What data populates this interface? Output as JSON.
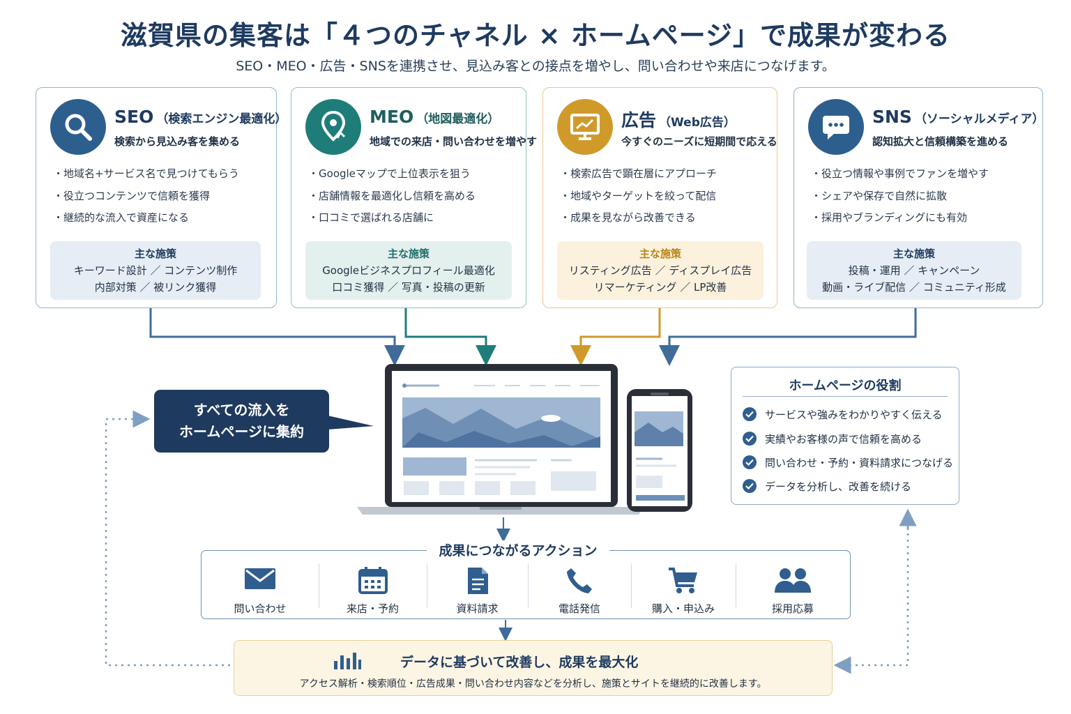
{
  "header": {
    "title": "滋賀県の集客は「４つのチャネル × ホームページ」で成果が変わる",
    "subtitle": "SEO・MEO・広告・SNSを連携させ、見込み客との接点を増やし、問い合わせや来店につなげます。"
  },
  "channels": [
    {
      "name": "SEO",
      "sub": "（検索エンジン最適化）",
      "tagline": "検索から見込み客を集める",
      "icon": "search-icon",
      "color": "#2d5f8e",
      "bullets": [
        "地域名+サービス名で見つけてもらう",
        "役立つコンテンツで信頼を獲得",
        "継続的な流入で資産になる"
      ],
      "measures_heading": "主な施策",
      "measures": [
        "キーワード設計 ／ コンテンツ制作",
        "内部対策 ／ 被リンク獲得"
      ]
    },
    {
      "name": "MEO",
      "sub": "（地図最適化）",
      "tagline": "地域での来店・問い合わせを増やす",
      "icon": "map-pin-icon",
      "color": "#1f7d79",
      "bullets": [
        "Googleマップで上位表示を狙う",
        "店舗情報を最適化し信頼を高める",
        "口コミで選ばれる店舗に"
      ],
      "measures_heading": "主な施策",
      "measures": [
        "Googleビジネスプロフィール最適化",
        "口コミ獲得 ／ 写真・投稿の更新"
      ]
    },
    {
      "name": "広告",
      "sub": "（Web広告）",
      "tagline": "今すぐのニーズに短期間で応える",
      "icon": "monitor-chart-icon",
      "color": "#d09a2a",
      "bullets": [
        "検索広告で顕在層にアプローチ",
        "地域やターゲットを絞って配信",
        "成果を見ながら改善できる"
      ],
      "measures_heading": "主な施策",
      "measures": [
        "リスティング広告 ／ ディスプレイ広告",
        "リマーケティング ／ LP改善"
      ]
    },
    {
      "name": "SNS",
      "sub": "（ソーシャルメディア）",
      "tagline": "認知拡大と信頼構築を進める",
      "icon": "chat-bubble-icon",
      "color": "#2d5f8e",
      "bullets": [
        "役立つ情報や事例でファンを増やす",
        "シェアや保存で自然に拡散",
        "採用やブランディングにも有効"
      ],
      "measures_heading": "主な施策",
      "measures": [
        "投稿・運用 ／ キャンペーン",
        "動画・ライブ配信 ／ コミュニティ形成"
      ]
    }
  ],
  "hub": {
    "callout": [
      "すべての流入を",
      "ホームページに集約"
    ]
  },
  "role": {
    "title": "ホームページの役割",
    "items": [
      "サービスや強みをわかりやすく伝える",
      "実績やお客様の声で信頼を高める",
      "問い合わせ・予約・資料請求につなげる",
      "データを分析し、改善を続ける"
    ]
  },
  "actions": {
    "title": "成果につながるアクション",
    "items": [
      {
        "label": "問い合わせ",
        "icon": "envelope-icon"
      },
      {
        "label": "来店・予約",
        "icon": "calendar-icon"
      },
      {
        "label": "資料請求",
        "icon": "document-icon"
      },
      {
        "label": "電話発信",
        "icon": "phone-icon"
      },
      {
        "label": "購入・申込み",
        "icon": "cart-icon"
      },
      {
        "label": "採用応募",
        "icon": "people-icon"
      }
    ]
  },
  "improve": {
    "heading": "データに基づいて改善し、成果を最大化",
    "description": "アクセス解析・検索順位・広告成果・問い合わせ内容などを分析し、施策とサイトを継続的に改善します。",
    "icon": "bar-chart-icon"
  }
}
